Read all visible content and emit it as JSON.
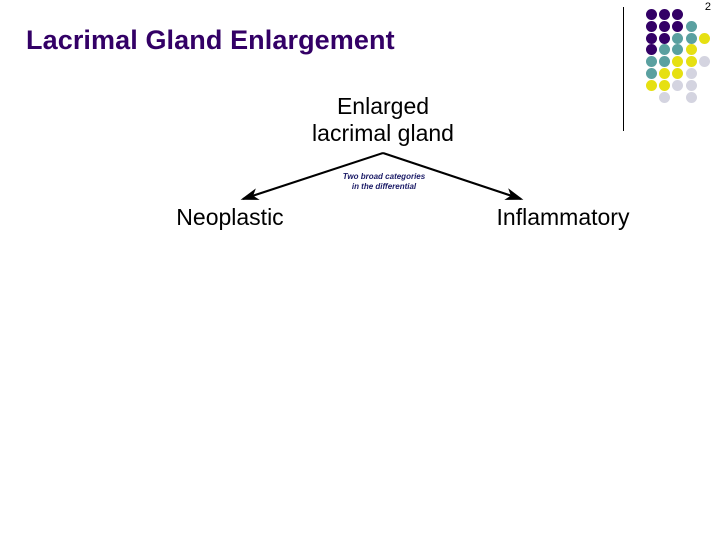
{
  "slide": {
    "number": "2",
    "title": "Lacrimal Gland Enlargement",
    "title_color": "#330066",
    "background_color": "#ffffff"
  },
  "diagram": {
    "type": "tree",
    "root": {
      "label": "Enlarged\nlacrimal gland"
    },
    "edge_note": "Two broad categories\nin the differential",
    "edge_note_color": "#1a1a66",
    "branches": [
      {
        "label": "Neoplastic"
      },
      {
        "label": "Inflammatory"
      }
    ],
    "arrow_color": "#000000"
  },
  "decoration": {
    "rule_color": "#000000",
    "palette": {
      "purple": "#330066",
      "teal": "#5aa0a0",
      "yellow": "#e6e012",
      "gray": "#d4d4e0"
    },
    "dot_grid": [
      [
        "purple",
        "purple",
        "purple",
        null,
        null
      ],
      [
        "purple",
        "purple",
        "purple",
        "teal",
        null
      ],
      [
        "purple",
        "purple",
        "teal",
        "teal",
        "yellow"
      ],
      [
        "purple",
        "teal",
        "teal",
        "yellow",
        null
      ],
      [
        "teal",
        "teal",
        "yellow",
        "yellow",
        "gray"
      ],
      [
        "teal",
        "yellow",
        "yellow",
        "gray",
        null
      ],
      [
        "yellow",
        "yellow",
        "gray",
        "gray",
        null
      ],
      [
        null,
        "gray",
        null,
        "gray",
        null
      ]
    ]
  }
}
